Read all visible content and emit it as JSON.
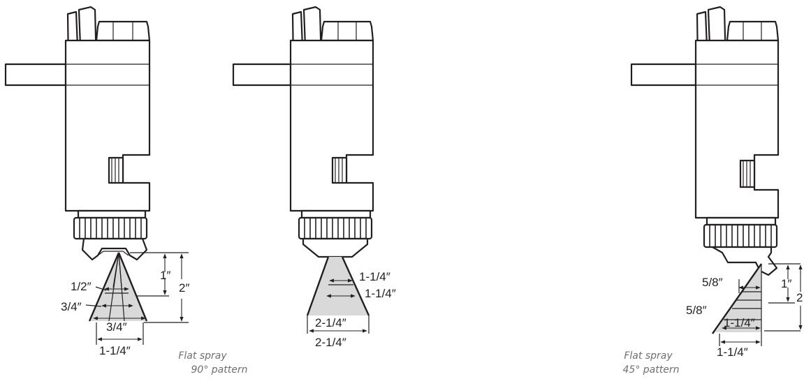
{
  "colors": {
    "line": "#231f20",
    "spray_fill": "#d9d9d9",
    "caption": "#6d6e71"
  },
  "left_nozzle": {
    "labels": [
      "1/2″",
      "3/4″",
      "3/4″",
      "1-1/4″",
      "1″",
      "2″"
    ]
  },
  "middle_nozzle": {
    "labels": [
      "1-1/4″",
      "1-1/4″",
      "2-1/4″",
      "2-1/4″"
    ]
  },
  "right_nozzle": {
    "labels": [
      "5/8″",
      "5/8″",
      "1-1/4″",
      "1-1/4″",
      "1″",
      "2"
    ]
  },
  "captions": {
    "flat90": {
      "line1": "Flat spray",
      "line2": "90° pattern"
    },
    "flat45": {
      "line1": "Flat spray",
      "line2": "45° pattern"
    }
  }
}
